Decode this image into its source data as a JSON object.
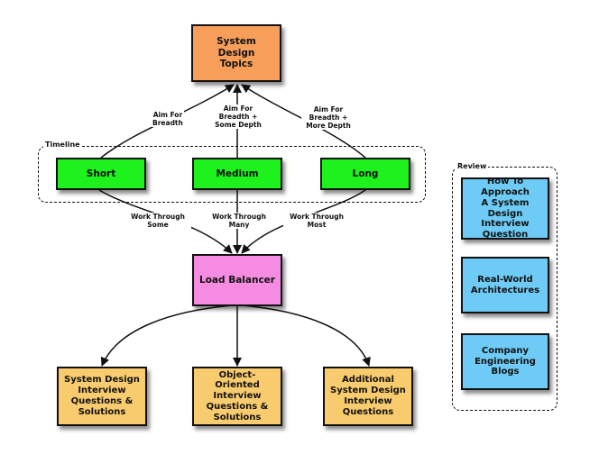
{
  "colors": {
    "topics": "#f79e5b",
    "timeline": "#1df21d",
    "load_balancer": "#f58ce1",
    "questions": "#f8cb6e",
    "review": "#6ecbf5",
    "line": "#111111"
  },
  "nodes": {
    "topics": "System Design\nTopics",
    "short": "Short",
    "medium": "Medium",
    "long": "Long",
    "load_balancer": "Load Balancer",
    "sd_questions": "System Design\nInterview\nQuestions &\nSolutions",
    "oo_questions": "Object-Oriented\nInterview\nQuestions &\nSolutions",
    "additional_questions": "Additional\nSystem Design\nInterview\nQuestions",
    "approach": "How To Approach\nA System Design\nInterview\nQuestion",
    "architectures": "Real-World\nArchitectures",
    "blogs": "Company\nEngineering\nBlogs"
  },
  "groups": {
    "timeline": "Timeline",
    "review": "Review"
  },
  "edge_labels": {
    "short_to_topics": "Aim For\nBreadth",
    "medium_to_topics": "Aim For\nBreadth +\nSome Depth",
    "long_to_topics": "Aim For\nBreadth +\nMore Depth",
    "short_to_lb": "Work Through\nSome",
    "medium_to_lb": "Work Through\nMany",
    "long_to_lb": "Work Through\nMost"
  }
}
